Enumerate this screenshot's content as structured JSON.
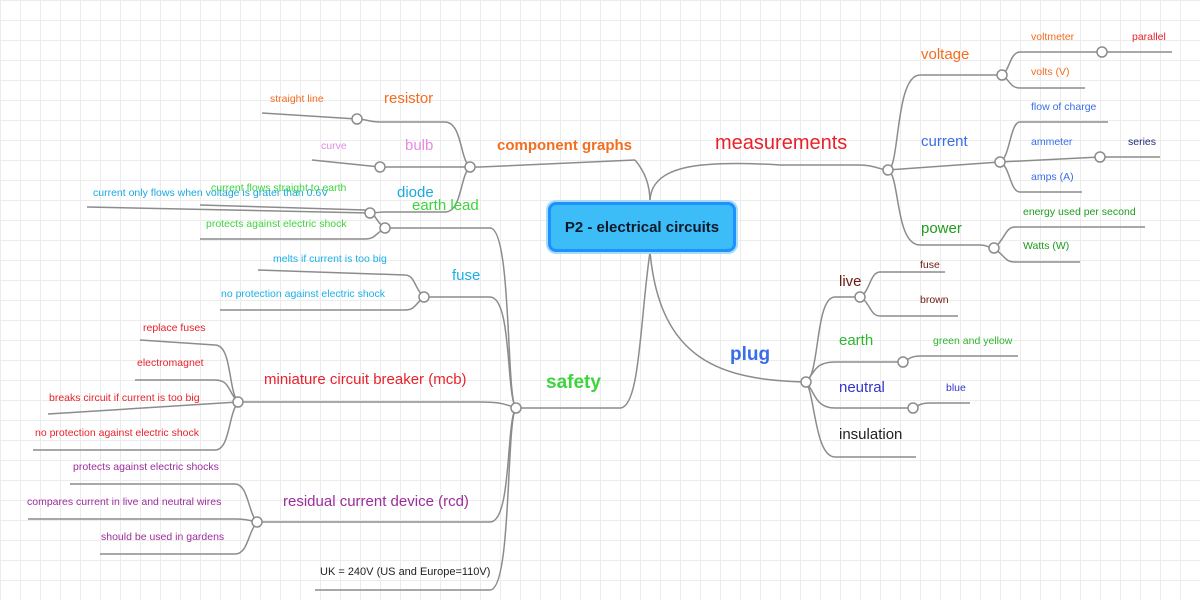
{
  "central": {
    "title": "P2 - electrical circuits"
  },
  "branches": {
    "component_graphs": {
      "label": "component graphs",
      "color": "#f36d20",
      "resistor": {
        "label": "resistor",
        "color": "#f36d20",
        "child": "straight line"
      },
      "bulb": {
        "label": "bulb",
        "color": "#e48be4",
        "child": "curve"
      },
      "diode": {
        "label": "diode",
        "color": "#1aa8e0",
        "child": "current only flows when voltage is grater than 0.6V"
      }
    },
    "measurements": {
      "label": "measurements",
      "color": "#e8222b",
      "voltage": {
        "label": "voltage",
        "color": "#f36d20",
        "children": [
          "voltmeter",
          "volts (V)"
        ],
        "voltmeter_child": "parallel",
        "voltmeter_child_color": "#e8222b"
      },
      "current": {
        "label": "current",
        "color": "#3a6ee8",
        "children": [
          "flow of charge",
          "ammeter",
          "amps (A)"
        ],
        "ammeter_child": "series",
        "ammeter_child_color": "#1f2a7a"
      },
      "power": {
        "label": "power",
        "color": "#1d9c1d",
        "children": [
          "energy used per second",
          "Watts (W)"
        ]
      }
    },
    "plug": {
      "label": "plug",
      "color": "#3a6ee8",
      "live": {
        "label": "live",
        "color": "#6b1a12",
        "children": [
          "fuse",
          "brown"
        ]
      },
      "earth": {
        "label": "earth",
        "color": "#2fb52f",
        "child": "green and yellow"
      },
      "neutral": {
        "label": "neutral",
        "color": "#3434c8",
        "child": "blue"
      },
      "insulation": {
        "label": "insulation",
        "color": "#222222"
      }
    },
    "safety": {
      "label": "safety",
      "color": "#3dd43d",
      "earth_lead": {
        "label": "earth lead",
        "color": "#3dd43d",
        "children": [
          "current flows straight to earth",
          "protects against electric shock"
        ]
      },
      "fuse": {
        "label": "fuse",
        "color": "#1ab0e8",
        "children": [
          "melts if current is too big",
          "no protection against electric shock"
        ]
      },
      "mcb": {
        "label": "miniature circuit breaker (mcb)",
        "color": "#e8222b",
        "children": [
          "replace fuses",
          "electromagnet",
          "breaks circuit if current is too big",
          "no protection against electric shock"
        ]
      },
      "rcd": {
        "label": "residual current device (rcd)",
        "color": "#9b2d9b",
        "children": [
          "protects against electric shocks",
          "compares current in live and neutral wires",
          "should be used in gardens"
        ]
      },
      "uk": {
        "label": "UK = 240V (US and Europe=110V)",
        "color": "#222222"
      }
    }
  }
}
